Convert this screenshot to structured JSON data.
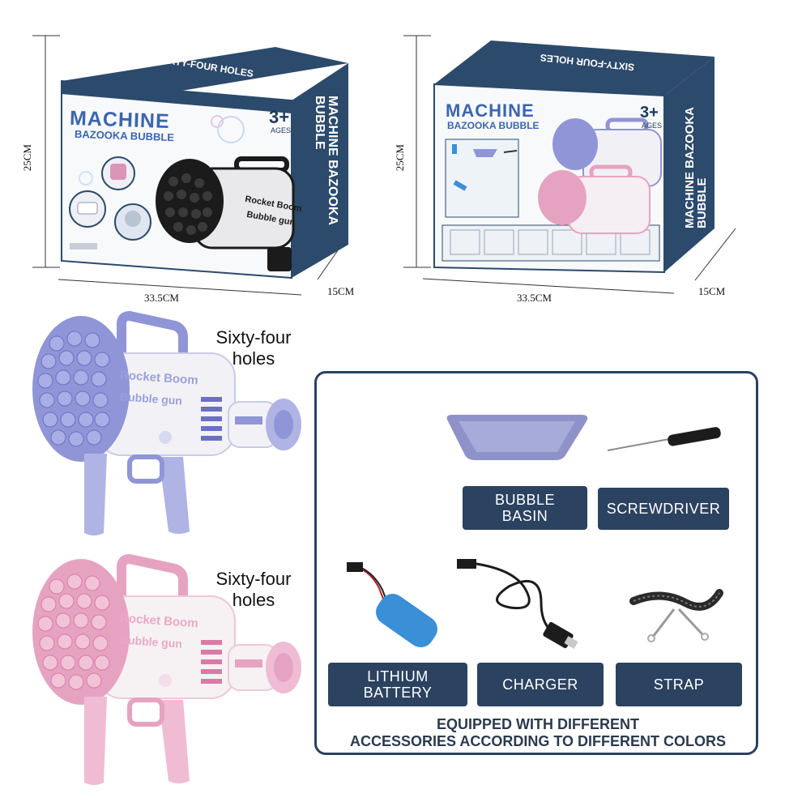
{
  "boxes": [
    {
      "top_band": "SIXTY-FOUR HOLES",
      "brand_line1": "MACHINE",
      "brand_line2": "BAZOOKA BUBBLE",
      "age": "3+",
      "age_word": "AGES",
      "side_text": "MACHINE BAZOOKA BUBBLE",
      "gun_text1": "Rocket Boom",
      "gun_text2": "Bubble gun",
      "dim_height": "25CM",
      "dim_width": "33.5CM",
      "dim_depth": "15CM"
    },
    {
      "top_band": "SIXTY-FOUR HOLES",
      "brand_line1": "MACHINE",
      "brand_line2": "BAZOOKA BUBBLE",
      "age": "3+",
      "age_word": "AGES",
      "side_text": "MACHINE BAZOOKA BUBBLE",
      "dim_height": "25CM",
      "dim_width": "33.5CM",
      "dim_depth": "15CM"
    }
  ],
  "guns": [
    {
      "caption_line1": "Sixty-four",
      "caption_line2": "holes",
      "text1": "Rocket Boom",
      "text2": "Bubble gun",
      "color": "#8f95d6"
    },
    {
      "caption_line1": "Sixty-four",
      "caption_line2": "holes",
      "text1": "Rocket Boom",
      "text2": "Bubble gun",
      "color": "#e6a3c1"
    }
  ],
  "accessories": {
    "items": [
      {
        "line1": "BUBBLE",
        "line2": "BASIN"
      },
      {
        "line1": "SCREWDRIVER"
      },
      {
        "line1": "LITHIUM",
        "line2": "BATTERY"
      },
      {
        "line1": "CHARGER"
      },
      {
        "line1": "STRAP"
      }
    ],
    "footer_line1": "EQUIPPED WITH DIFFERENT",
    "footer_line2": "ACCESSORIES ACCORDING TO DIFFERENT COLORS"
  },
  "colors": {
    "navy": "#2b4260",
    "box_navy": "#2c4a6b",
    "purple": "#8f95d6",
    "pink": "#e6a3c1",
    "battery_blue": "#3a8fd6"
  }
}
